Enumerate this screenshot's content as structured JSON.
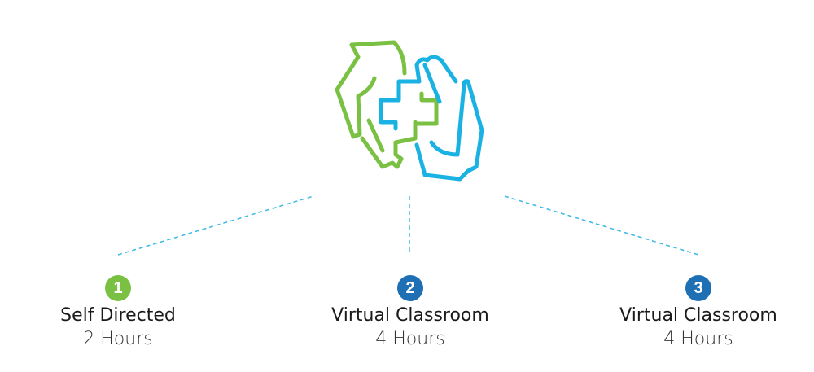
{
  "colors": {
    "green": "#7ac143",
    "blue_dark": "#1f6fb5",
    "blue_light": "#1ab2e3",
    "connector": "#3bb8e6"
  },
  "icon": "hands-medical-cross-icon",
  "steps": [
    {
      "number": "1",
      "title": "Self Directed",
      "hours": "2 Hours",
      "color": "#7ac143"
    },
    {
      "number": "2",
      "title": "Virtual Classroom",
      "hours": "4 Hours",
      "color": "#1f6fb5"
    },
    {
      "number": "3",
      "title": "Virtual Classroom",
      "hours": "4 Hours",
      "color": "#1f6fb5"
    }
  ]
}
